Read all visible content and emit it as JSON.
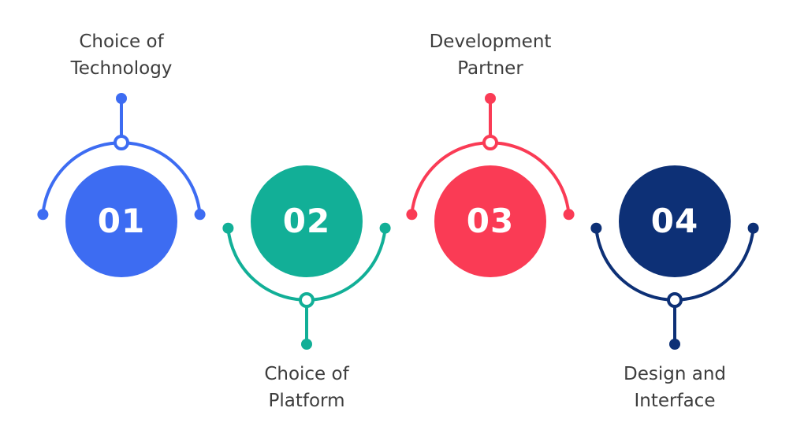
{
  "diagram": {
    "background_color": "#ffffff",
    "label_text_color": "#3d3d3d",
    "number_text_color": "#ffffff"
  },
  "steps": [
    {
      "number": "01",
      "label_line1": "Choice of",
      "label_line2": "Technology",
      "color": "#3d6cf2",
      "label_position": "top"
    },
    {
      "number": "02",
      "label_line1": "Choice of",
      "label_line2": "Platform",
      "color": "#12af97",
      "label_position": "bottom"
    },
    {
      "number": "03",
      "label_line1": "Development",
      "label_line2": "Partner",
      "color": "#fa3b55",
      "label_position": "top"
    },
    {
      "number": "04",
      "label_line1": "Design and",
      "label_line2": "Interface",
      "color": "#0d3076",
      "label_position": "bottom"
    }
  ]
}
